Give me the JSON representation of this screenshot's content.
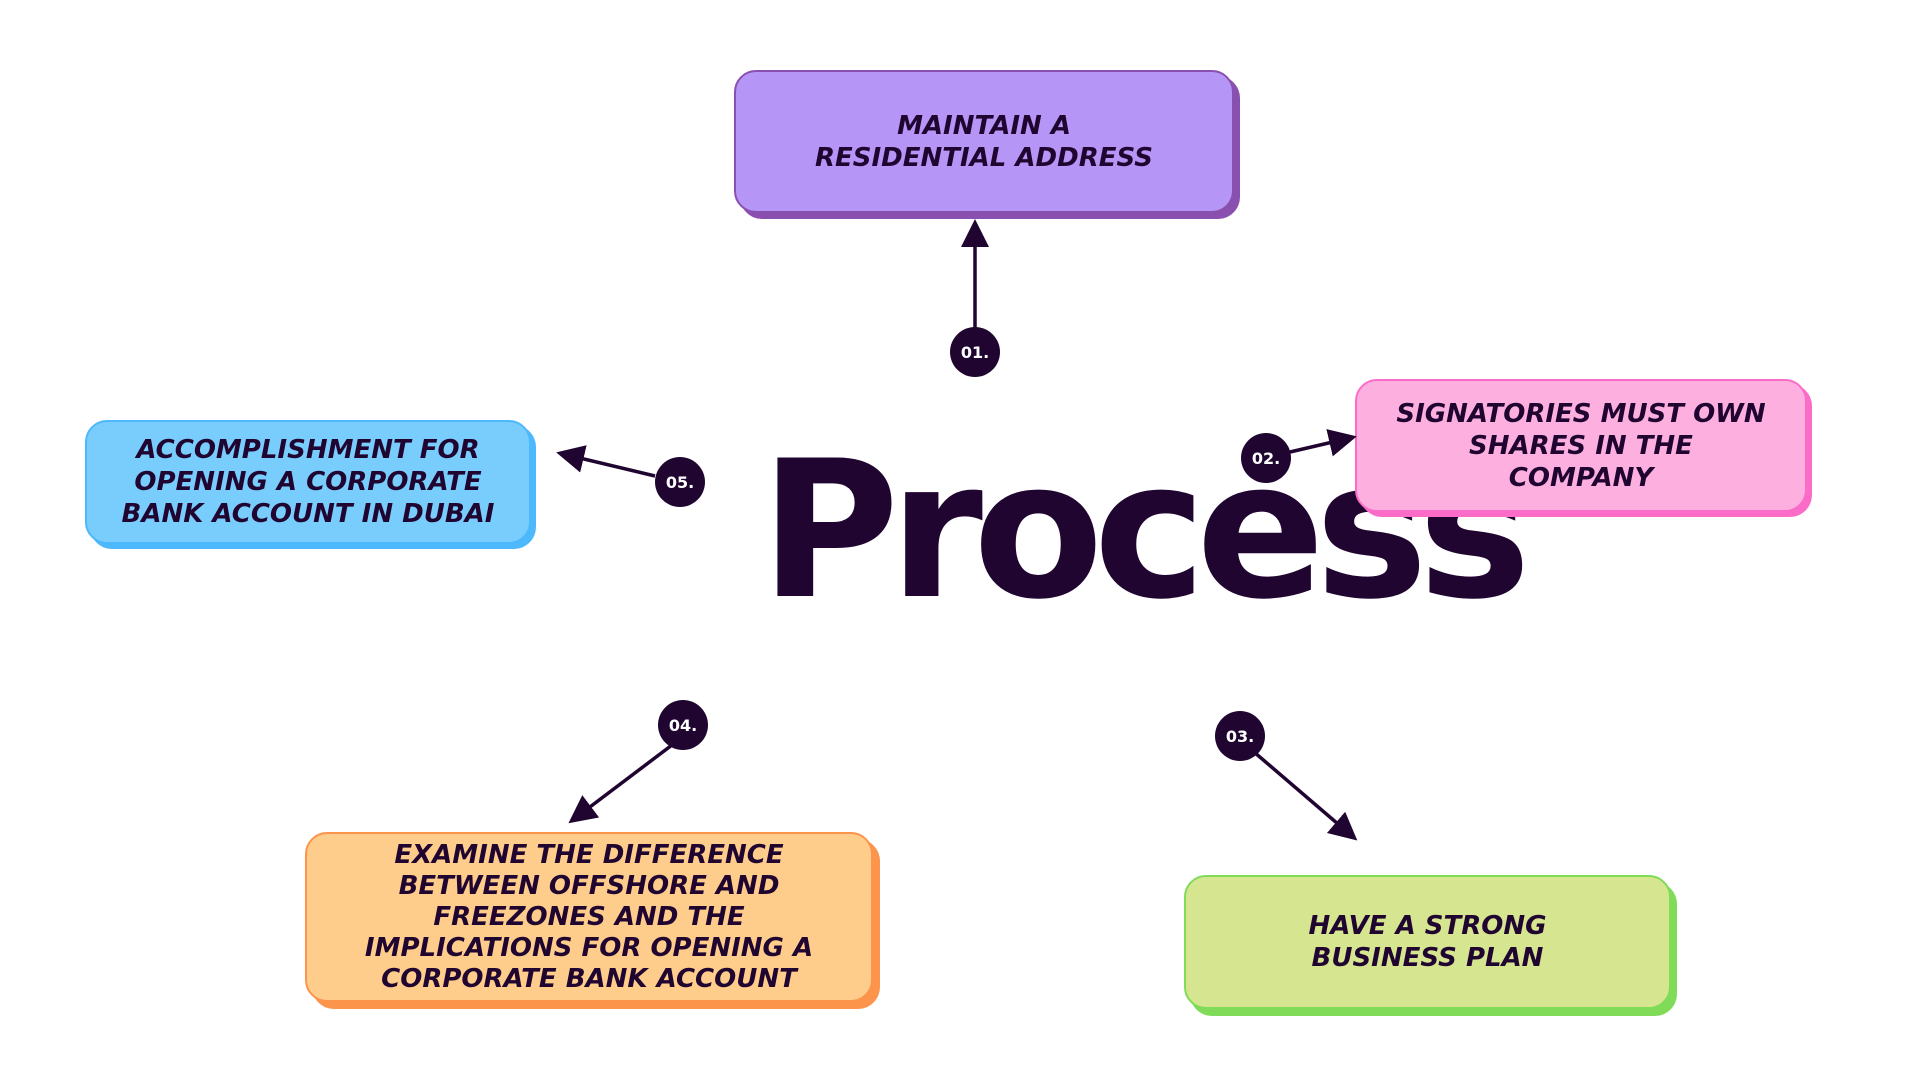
{
  "title": "Process",
  "colors": {
    "ink": "#200530",
    "step1_fill": "#b595f5",
    "step1_border": "#8a50b0",
    "step2_fill": "#fdb0e0",
    "step2_border": "#fb6cc8",
    "step3_fill": "#d6e690",
    "step3_border": "#80dc58",
    "step4_fill": "#fecd8c",
    "step4_border": "#fc944c",
    "step5_fill": "#78cdfd",
    "step5_border": "#4db8fc"
  },
  "steps": [
    {
      "number": "01.",
      "text": "MAINTAIN A\nRESIDENTIAL ADDRESS"
    },
    {
      "number": "02.",
      "text": "SIGNATORIES MUST OWN\nSHARES IN THE\nCOMPANY"
    },
    {
      "number": "03.",
      "text": "HAVE A STRONG\nBUSINESS PLAN"
    },
    {
      "number": "04.",
      "text": "EXAMINE THE DIFFERENCE\nBETWEEN OFFSHORE AND\nFREEZONES AND THE\nIMPLICATIONS FOR OPENING A\nCORPORATE BANK ACCOUNT"
    },
    {
      "number": "05.",
      "text": "ACCOMPLISHMENT FOR\nOPENING A CORPORATE\nBANK ACCOUNT IN DUBAI"
    }
  ]
}
